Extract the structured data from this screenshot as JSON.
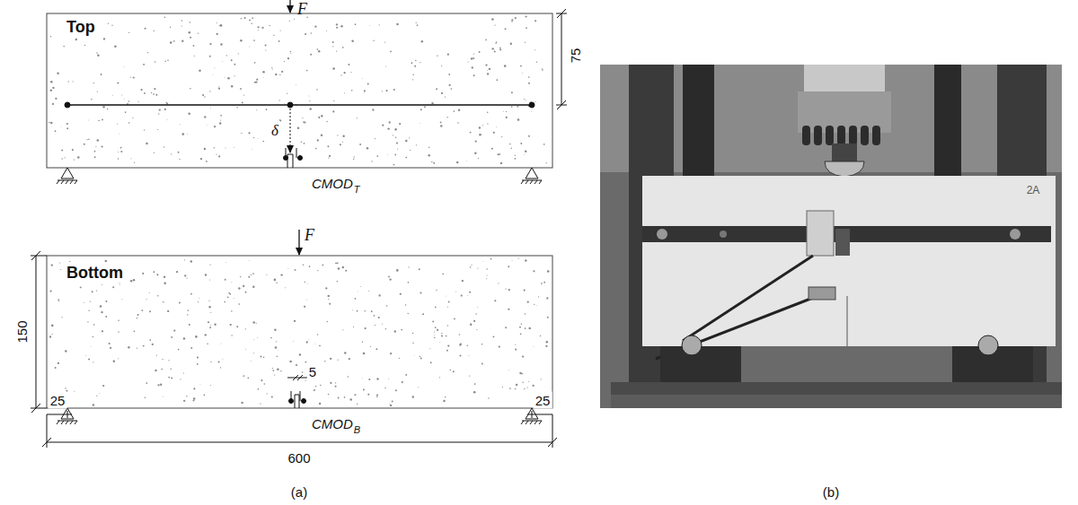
{
  "diagram": {
    "labels": [
      "F",
      "Top",
      "75",
      "δ",
      "CMOD",
      "T",
      "F",
      "Bottom",
      "150",
      "25",
      "5",
      "25",
      "600",
      "CMOD",
      "B",
      "(a)",
      "(b)",
      "2A"
    ]
  }
}
